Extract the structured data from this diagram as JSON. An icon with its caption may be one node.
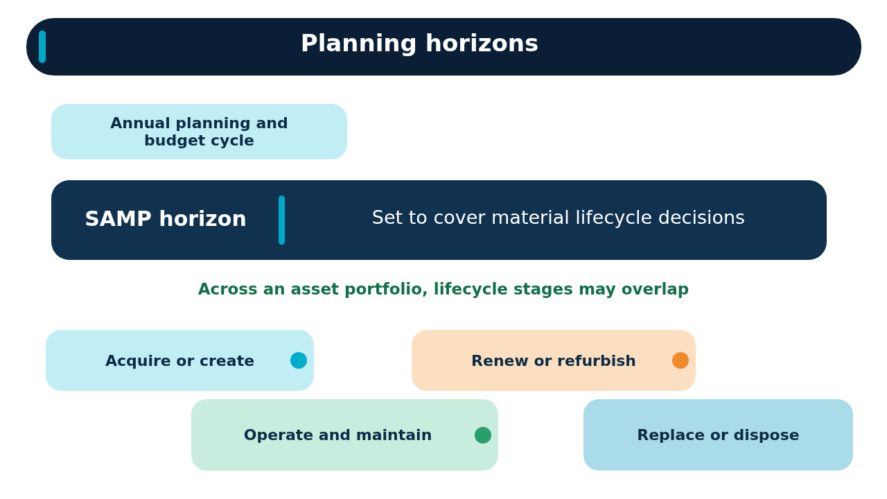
{
  "diagram": {
    "title": "Planning horizons",
    "nodes": [
      {
        "text": [
          "Annual planning and budget cycle"
        ]
      },
      {
        "text": [
          "SAMP horizon",
          "Set to cover material lifecycle decisions"
        ]
      },
      {
        "text": [
          "Acquire or create"
        ]
      },
      {
        "text": [
          "Operate and maintain"
        ]
      },
      {
        "text": [
          "Renew or refurbish"
        ]
      },
      {
        "text": [
          "Replace or dispose"
        ]
      }
    ],
    "labels": [
      "Across an asset portfolio, lifecycle stages may overlap"
    ]
  }
}
